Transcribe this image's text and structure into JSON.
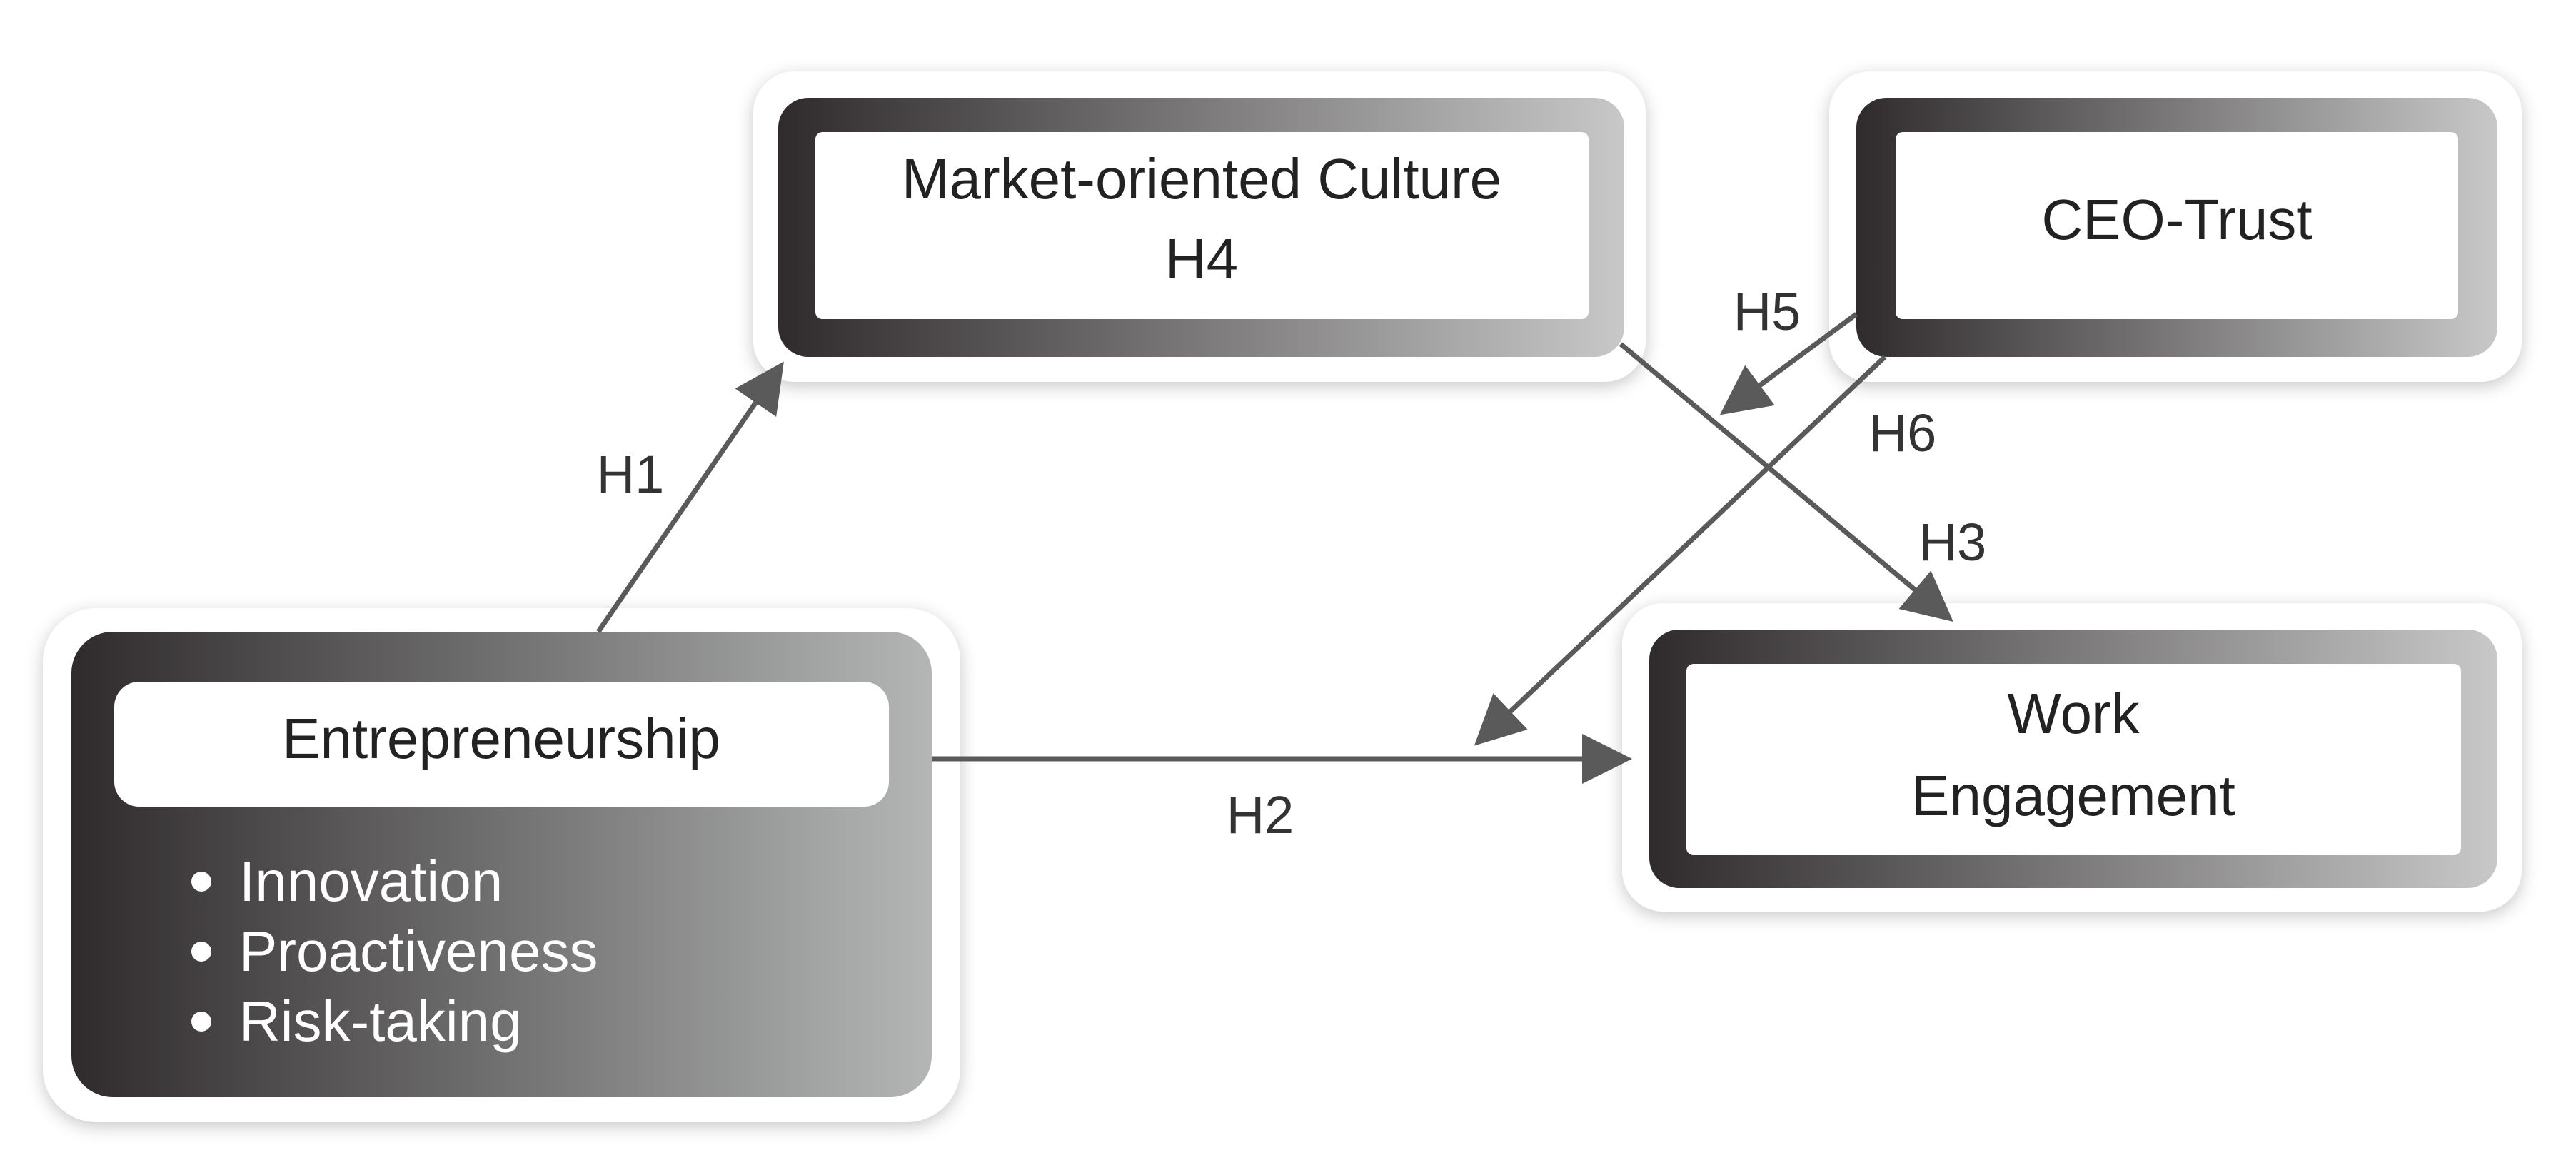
{
  "colors": {
    "gradient_dark": "#2f2b2c",
    "gradient_light": "#c8c8c8",
    "arrow": "#5a5a5a",
    "text": "#222222",
    "bullet_text": "#ffffff"
  },
  "nodes": {
    "market_culture": {
      "line1": "Market-oriented Culture",
      "line2": "H4"
    },
    "ceo_trust": {
      "label": "CEO-Trust"
    },
    "entrepreneurship": {
      "label": "Entrepreneurship",
      "items": [
        "Innovation",
        "Proactiveness",
        "Risk-taking"
      ]
    },
    "work_engagement": {
      "line1": "Work",
      "line2": "Engagement"
    }
  },
  "hypotheses": {
    "h1": "H1",
    "h2": "H2",
    "h3": "H3",
    "h5": "H5",
    "h6": "H6"
  }
}
